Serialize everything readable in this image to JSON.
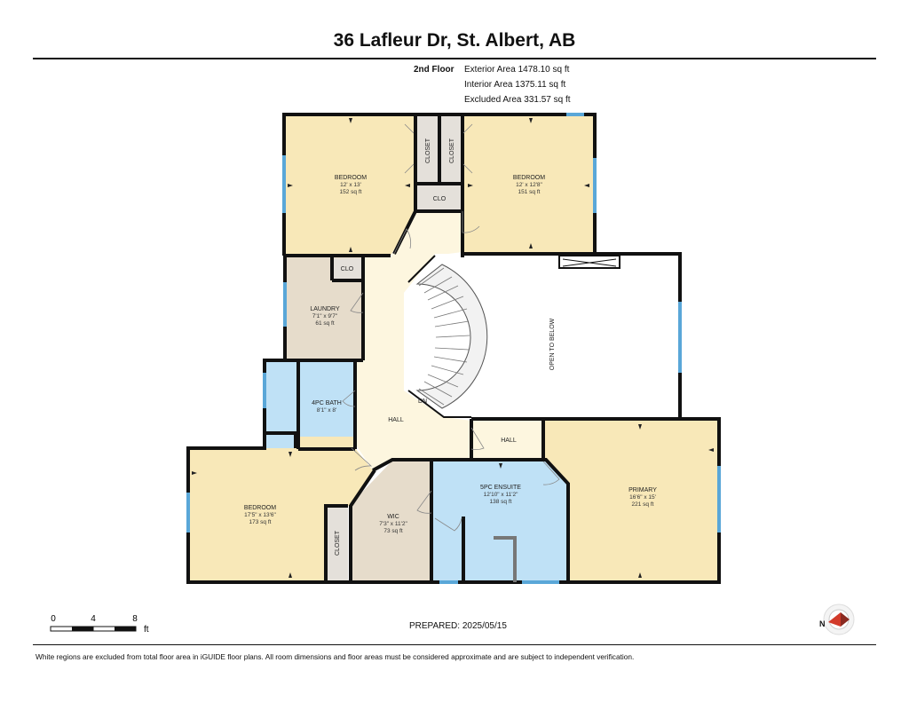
{
  "title": "36 Lafleur Dr, St. Albert, AB",
  "floor": "2nd Floor",
  "areas": [
    "Exterior Area 1478.10 sq ft",
    "Interior Area 1375.11 sq ft",
    "Excluded Area 331.57 sq ft"
  ],
  "rooms": {
    "bedroom_nw": {
      "name": "BEDROOM",
      "dims": "12' x 13'",
      "area": "152 sq ft"
    },
    "bedroom_ne": {
      "name": "BEDROOM",
      "dims": "12' x 12'8\"",
      "area": "151 sq ft"
    },
    "laundry": {
      "name": "LAUNDRY",
      "dims": "7'1\" x 9'7\"",
      "area": "61 sq ft"
    },
    "bath": {
      "name": "4PC BATH",
      "dims": "8'1\" x 8'"
    },
    "bedroom_sw": {
      "name": "BEDROOM",
      "dims": "17'5\" x 13'6\"",
      "area": "173 sq ft"
    },
    "wic": {
      "name": "WIC",
      "dims": "7'3\" x 11'2\"",
      "area": "73 sq ft"
    },
    "ensuite": {
      "name": "5PC ENSUITE",
      "dims": "12'10\" x 11'2\"",
      "area": "138 sq ft"
    },
    "primary": {
      "name": "PRIMARY",
      "dims": "16'6\" x 15'",
      "area": "221 sq ft"
    }
  },
  "labels": {
    "closet": "CLOSET",
    "clo": "CLO",
    "hall": "HALL",
    "dn": "DN",
    "open_to_below": "OPEN TO BELOW"
  },
  "colors": {
    "bedroom": "#f8e8b8",
    "laundry": "#e6dccb",
    "bath": "#bfe1f6",
    "closet": "#e4e0da",
    "hall": "#fdf6df",
    "open": "#ffffff",
    "wall": "#111111",
    "window": "#5aa7d8"
  },
  "scale": {
    "ticks": [
      "0",
      "4",
      "8"
    ],
    "unit": "ft"
  },
  "prepared": "PREPARED: 2025/05/15",
  "disclaimer": "White regions are excluded from total floor area in iGUIDE floor plans. All room dimensions and floor areas must be considered approximate and are subject to independent verification.",
  "compass": {
    "label": "N",
    "icon": "compass-icon"
  }
}
